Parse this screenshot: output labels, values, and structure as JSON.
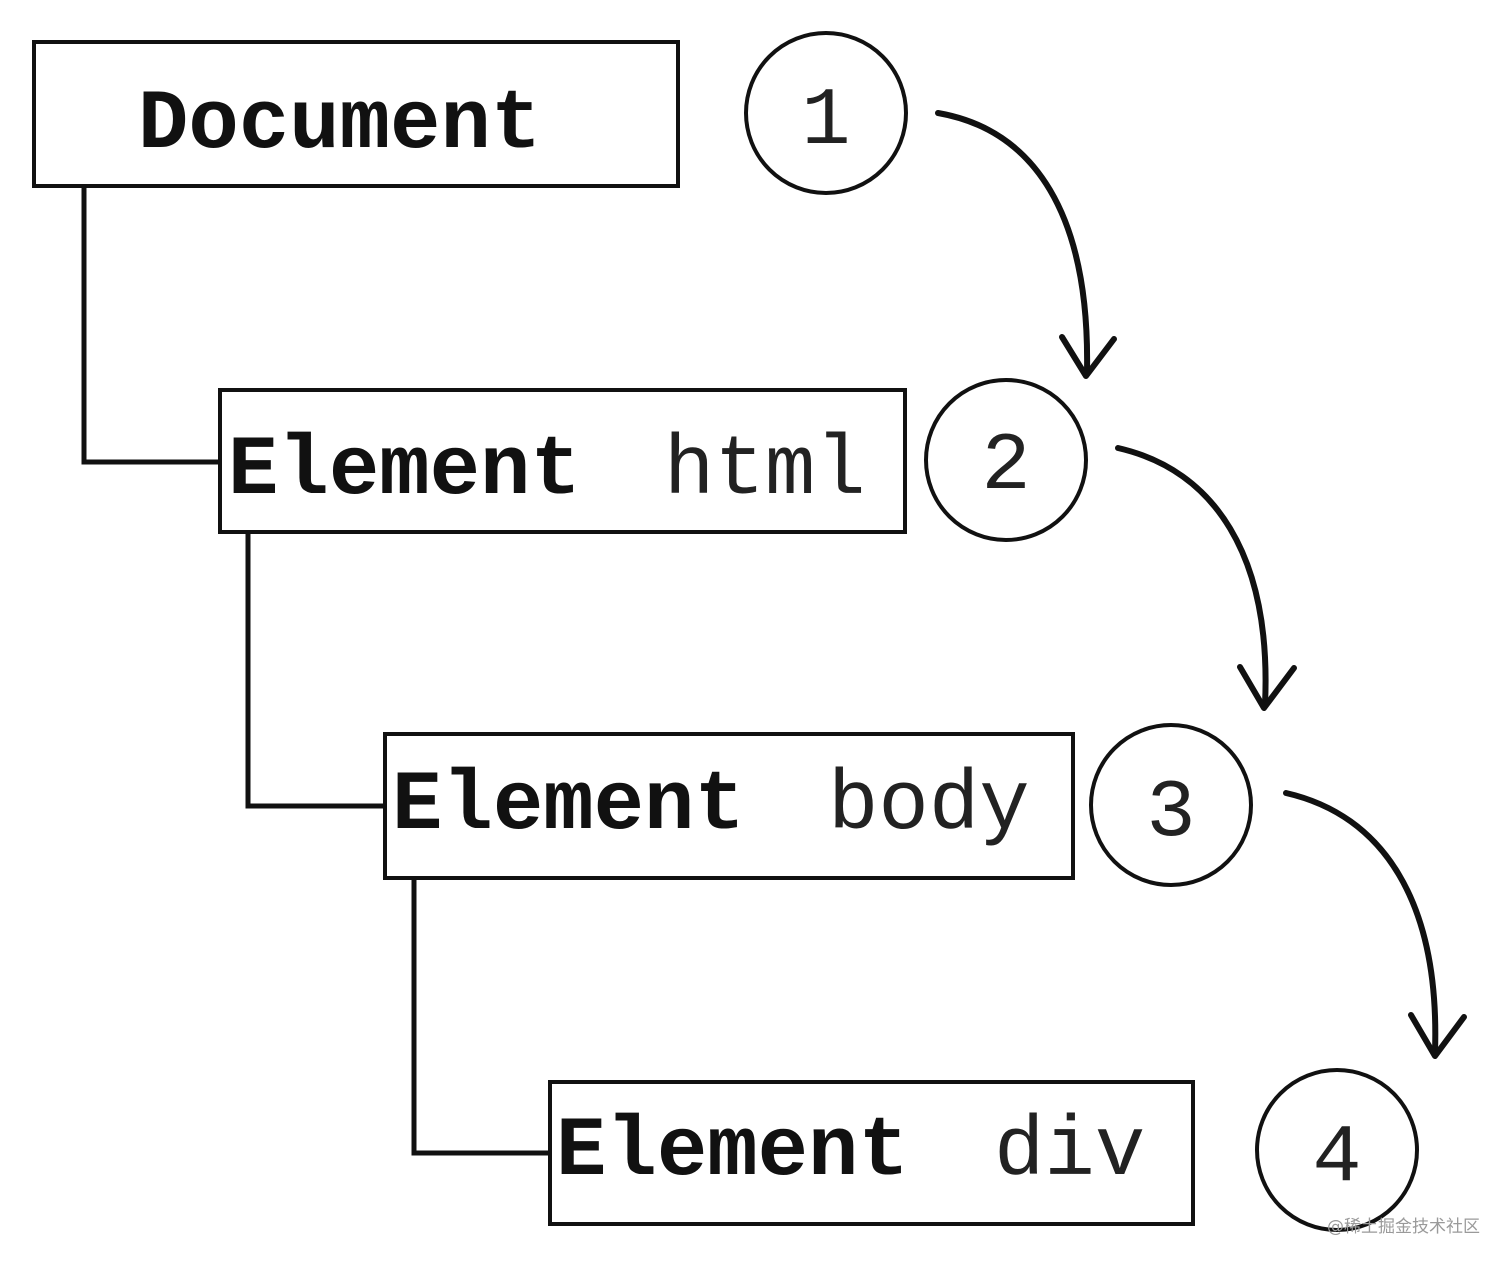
{
  "nodes": [
    {
      "type": "Document",
      "name": ""
    },
    {
      "type": "Element",
      "name": "html"
    },
    {
      "type": "Element",
      "name": "body"
    },
    {
      "type": "Element",
      "name": "div"
    }
  ],
  "steps": [
    "1",
    "2",
    "3",
    "4"
  ],
  "watermark": "@稀土掘金技术社区",
  "colors": {
    "stroke": "#111111",
    "background": "#ffffff",
    "watermark": "#9a9a9a"
  }
}
